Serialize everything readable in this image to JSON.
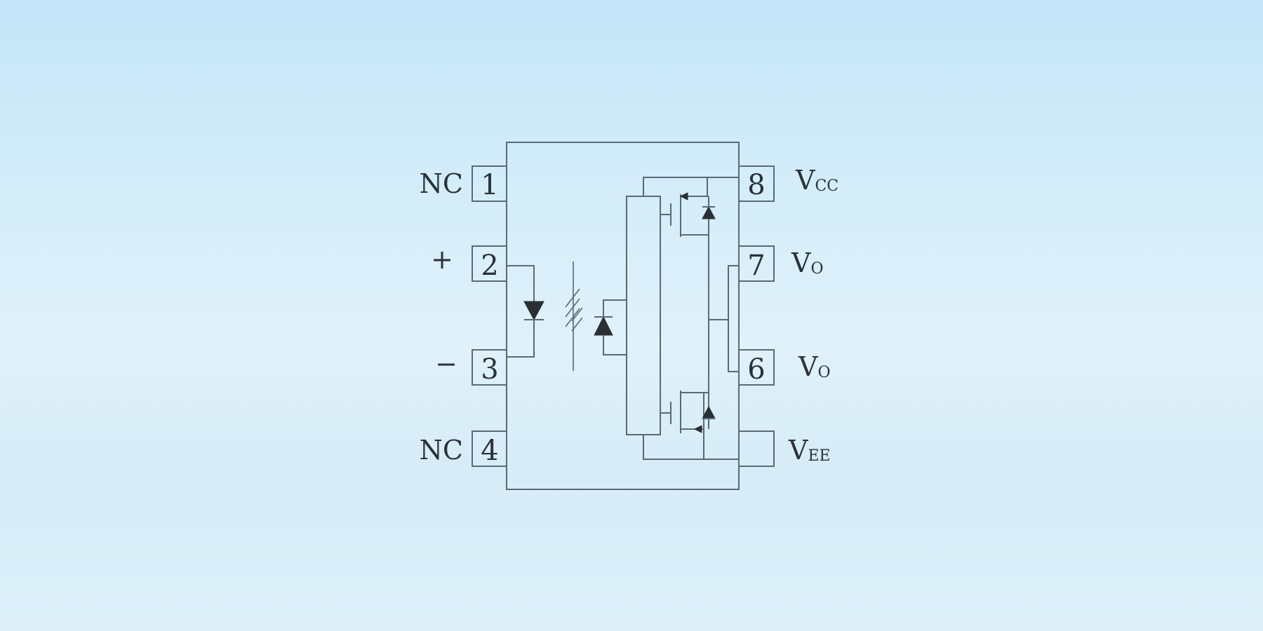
{
  "diagram": {
    "pins_left": [
      {
        "number": "1",
        "label": "NC"
      },
      {
        "number": "2",
        "label": "+"
      },
      {
        "number": "3",
        "label": "−"
      },
      {
        "number": "4",
        "label": "NC"
      }
    ],
    "pins_right": [
      {
        "number": "8",
        "label": "V",
        "subscript": "CC"
      },
      {
        "number": "7",
        "label": "V",
        "subscript": "O"
      },
      {
        "number": "6",
        "label": "V",
        "subscript": "O"
      },
      {
        "number": "",
        "label": "V",
        "subscript": "EE"
      }
    ]
  },
  "colors": {
    "line": "#5a6a75",
    "ink": "#2a3238",
    "background_top": "#c3e5f8",
    "background_bottom": "#ddf0fa"
  }
}
